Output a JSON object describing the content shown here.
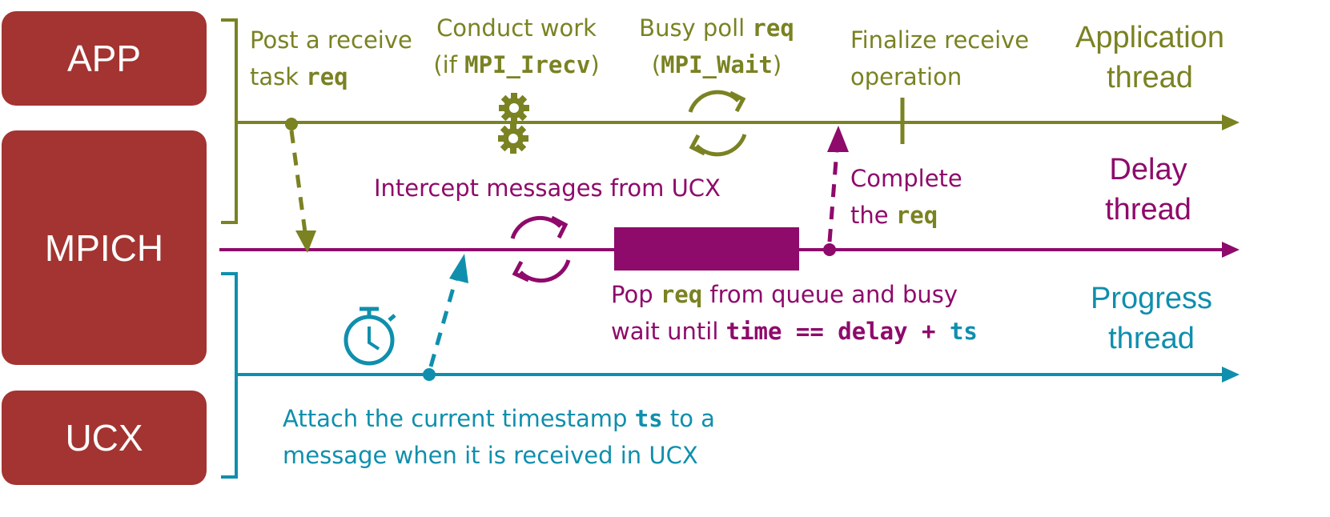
{
  "layers": {
    "app": "APP",
    "mpich": "MPICH",
    "ucx": "UCX"
  },
  "threads": {
    "application": [
      "Application",
      "thread"
    ],
    "delay": [
      "Delay",
      "thread"
    ],
    "progress": [
      "Progress",
      "thread"
    ]
  },
  "annotations": {
    "post": {
      "line1": "Post a receive",
      "line2_prefix": "task ",
      "line2_code": "req"
    },
    "conduct": {
      "line1": "Conduct work",
      "line2_prefix": "(if ",
      "line2_code": "MPI_Irecv",
      "line2_suffix": ")"
    },
    "busy": {
      "line1_prefix": "Busy poll ",
      "line1_code": "req",
      "line2_prefix": "(",
      "line2_code": "MPI_Wait",
      "line2_suffix": ")"
    },
    "finalize": {
      "line1": "Finalize receive",
      "line2": "operation"
    },
    "intercept": "Intercept messages from UCX",
    "complete": {
      "line1": "Complete",
      "line2_prefix": "the ",
      "line2_code": "req"
    },
    "pop": {
      "line1_prefix": "Pop ",
      "line1_code": "req",
      "line1_suffix": " from queue and busy",
      "line2_prefix": "wait until ",
      "line2_code": "time == delay + ",
      "line2_ts": "ts"
    },
    "attach": {
      "line1_prefix": "Attach the current timestamp ",
      "line1_code": "ts",
      "line1_suffix": " to a",
      "line2": "message when it is received in UCX"
    }
  },
  "colors": {
    "application": "#7a8222",
    "delay": "#8e0a6b",
    "progress": "#0f8fad",
    "layer_box": "#a33431"
  },
  "icons": [
    "gears-icon",
    "refresh-cycle-icon",
    "stopwatch-icon"
  ]
}
